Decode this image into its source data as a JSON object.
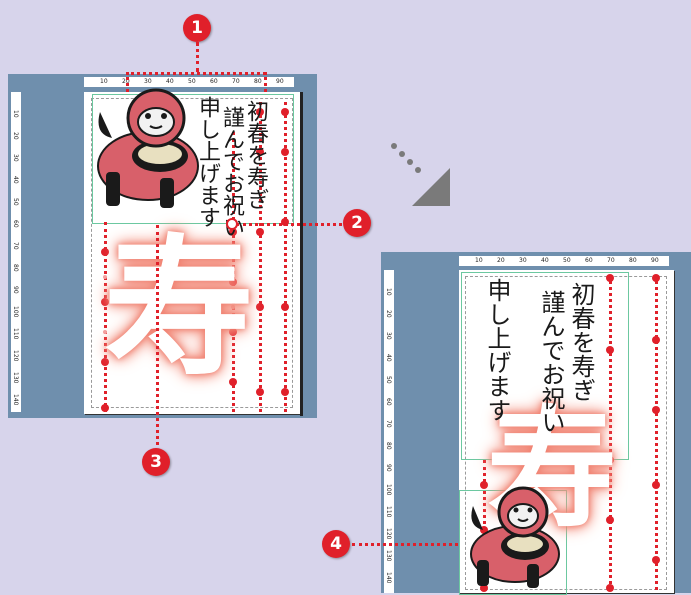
{
  "markers": {
    "m1": "1",
    "m2": "2",
    "m3": "3",
    "m4": "4"
  },
  "ruler_top": [
    "10",
    "20",
    "30",
    "40",
    "50",
    "60",
    "70",
    "80",
    "90"
  ],
  "ruler_left": [
    "10",
    "20",
    "30",
    "40",
    "50",
    "60",
    "70",
    "80",
    "90",
    "100",
    "110",
    "120",
    "130",
    "140"
  ],
  "card": {
    "greeting_line1": "初春を寿ぎ",
    "greeting_line2": "謹んでお祝い",
    "greeting_line3": "申し上げます",
    "big_char": "寿"
  },
  "colors": {
    "accent": "#e0202a",
    "window": "#6f8fad",
    "background": "#d7d4eb",
    "guide": "#6cc8a0"
  }
}
